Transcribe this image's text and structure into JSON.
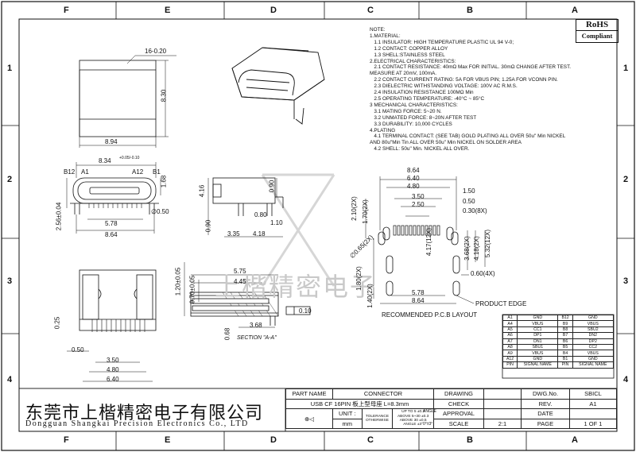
{
  "zones": {
    "columns": [
      "F",
      "E",
      "D",
      "C",
      "B",
      "A"
    ],
    "rows": [
      "1",
      "2",
      "3",
      "4"
    ]
  },
  "rohs": {
    "line1": "RoHS",
    "line2": "Compliant"
  },
  "notes": [
    "NOTE:",
    "1.MATERIAL:",
    "   1.1 INSULATOR: HIGH TEMPERATURE PLASTIC UL 94 V-0;",
    "   1.2 CONTACT: COPPER ALLOY",
    "   1.3 SHELL:STAINLESS STEEL",
    "2.ELECTRICAL CHARACTERISTICS:",
    "   2.1 CONTACT RESISTANCE: 40mΩ Max FOR INITIAL. 30mΩ CHANGE AFTER TEST.",
    "MEASURE AT 20mV, 100mA.",
    "   2.2 CONTACT CURRENT RATING: 5A FOR VBUS PIN; 1.25A FOR VCONN PIN.",
    "   2.3 DIELECTRIC WITHSTANDING VOLTAGE: 100V AC R.M.S.",
    "   2.4 INSULATION RESISTANCE 100MΩ Min",
    "   2.5 OPERATING TEMPERATURE: -40°C ~ 85°C",
    "3 MECHANICAL CHARACTERISTICS:",
    "   3.1 MATING FORCE: 5~20 N.",
    "   3.2 UNMATED FORCE: 8~20N AFTER TEST",
    "   3.3 DURABILITY: 10,000 CYCLES",
    "4.PLATING",
    "   4.1 TERMINAL CONTACT: (SEE TAB) GOLD PLATING ALL OVER 50u\" Min NICKEL",
    "AND 80u\"Min Tin ALL OVER 50u\" Min NICKEL ON SOLDER AREA",
    "   4.2 SHELL: 50u\" Min. NICKEL ALL OVER."
  ],
  "dims": {
    "d16": "16-0.20",
    "d830": "8.30",
    "d894": "8.94",
    "d834": "8.34",
    "d834_tol": "+0.05/-0.10",
    "b12": "B12",
    "a1": "A1",
    "a12": "A12",
    "b1": "B1",
    "d168": "1.68",
    "d256": "2.56±0.04",
    "d050": "∅0.50",
    "d578": "5.78",
    "d864": "8.64",
    "d416": "4.16",
    "d090a": "0.90",
    "d090b": "0.90",
    "d080": "0.80",
    "d110": "1.10",
    "d335": "3.35",
    "d418": "4.18",
    "sec_d575": "5.75",
    "sec_d445": "4.45",
    "sec_d120": "1.20±0.05",
    "sec_d070": "0.70±0.05",
    "sec_d368": "3.68",
    "sec_d068": "0.68",
    "sec_flat": "0.10",
    "section_label": "SECTION \"A-A\"",
    "bot_d025": "0.25",
    "bot_d050": "0.50",
    "bot_d350": "3.50",
    "bot_d480": "4.80",
    "bot_d640": "6.40",
    "pcb_d864": "8.64",
    "pcb_d640": "6.40",
    "pcb_d480": "4.80",
    "pcb_d350": "3.50",
    "pcb_d250": "2.50",
    "pcb_d150": "1.50",
    "pcb_d050": "0.50",
    "pcb_d030": "0.30(8X)",
    "pcb_d210": "2.10(2X)",
    "pcb_d170": "1.70(2X)",
    "pcb_d065": "∅0.65(2X)",
    "pcb_d417": "4.17(12X)",
    "pcb_d368": "3.68(2X)",
    "pcb_d418": "4.18(2X)",
    "pcb_d532": "5.32(12X)",
    "pcb_d060": "0.60(4X)",
    "pcb_d180": "1.80(2X)",
    "pcb_d140": "1.40(2X)",
    "pcb_d578": "5.78",
    "pcb_d864b": "8.64",
    "product_edge": "PRODUCT EDGE",
    "pcb_caption": "RECOMMENDED P.C.B LAYOUT"
  },
  "pin_table": {
    "rows": [
      [
        "A1",
        "GND",
        "B12",
        "GND"
      ],
      [
        "A4",
        "VBUS",
        "B9",
        "VBUS"
      ],
      [
        "A5",
        "CC1",
        "B8",
        "SBU2"
      ],
      [
        "A6",
        "DP1",
        "B7",
        "DN2"
      ],
      [
        "A7",
        "DN1",
        "B6",
        "DP2"
      ],
      [
        "A8",
        "SBU1",
        "B5",
        "CC2"
      ],
      [
        "A9",
        "VBUS",
        "B4",
        "VBUS"
      ],
      [
        "A12",
        "GND",
        "B1",
        "GND"
      ]
    ],
    "header": [
      "PIN",
      "SIGNAL NAME",
      "PIN",
      "SIGNAL NAME"
    ]
  },
  "company": {
    "cn": "东莞市上楷精密电子有限公司",
    "en": "Dongguan Shangkai Precision Electronics Co., LTD"
  },
  "watermark": "上楷精密电子",
  "title_block": {
    "part_name_label": "PART NAME",
    "part_name_value": "CONNECTOR",
    "description": "USB CF 16PIN 板上型母座 L=8.3mm",
    "unit_label": "UNIT :",
    "unit_value": "mm",
    "tolerance_label": "TOLERANCE",
    "otherwise_label": "OTHERWISE",
    "tol_rows": [
      [
        "UP TO 5",
        "±0.2"
      ],
      [
        "ABOVE 5~30",
        "±0.3"
      ],
      [
        "ABOVE 30",
        "±0.5"
      ],
      [
        "ANGLE",
        "±3°"
      ]
    ],
    "angle_label": "ANGLE",
    "angle_value": "0°±3°",
    "drawing_label": "DRAWING",
    "check_label": "CHECK",
    "approval_label": "APPROVAL",
    "scale_label": "SCALE",
    "scale_value": "2:1",
    "dwg_no_label": "DWG.No.",
    "dwg_no_value": "SBICL",
    "rev_label": "REV.",
    "rev_value": "A1",
    "date_label": "DATE",
    "date_value": "",
    "page_label": "PAGE",
    "page_value": "1 OF 1"
  }
}
